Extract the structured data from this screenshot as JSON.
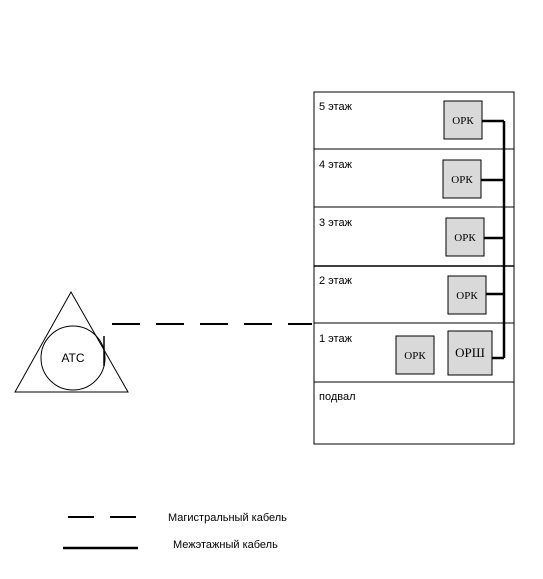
{
  "station": {
    "label": "АТС"
  },
  "building": {
    "floors": [
      {
        "label": "5 этаж",
        "boxes": [
          "ОРК"
        ]
      },
      {
        "label": "4 этаж",
        "boxes": [
          "ОРК"
        ]
      },
      {
        "label": "3 этаж",
        "boxes": [
          "ОРК"
        ]
      },
      {
        "label": "2 этаж",
        "boxes": [
          "ОРК"
        ]
      },
      {
        "label": "1 этаж",
        "boxes": [
          "ОРК",
          "ОРШ"
        ]
      },
      {
        "label": "подвал",
        "boxes": []
      }
    ]
  },
  "legend": {
    "trunk_label": "Магистральный кабель",
    "riser_label": "Межэтажный кабель"
  }
}
